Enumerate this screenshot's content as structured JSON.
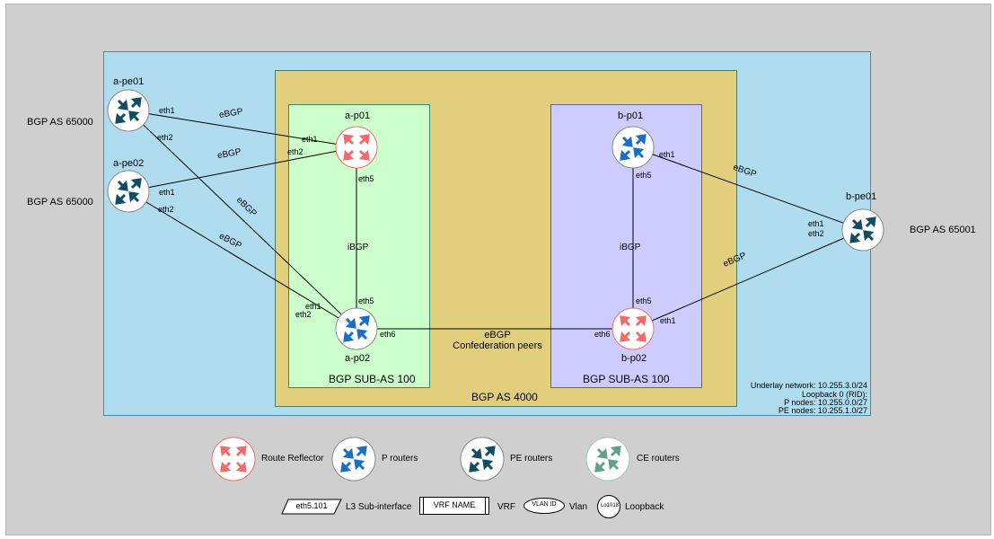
{
  "routers": {
    "a_pe01": {
      "name": "a-pe01",
      "as": "BGP AS 65000"
    },
    "a_pe02": {
      "name": "a-pe02",
      "as": "BGP AS 65000"
    },
    "b_pe01": {
      "name": "b-pe01",
      "as": "BGP AS 65001"
    },
    "a_p01": {
      "name": "a-p01"
    },
    "a_p02": {
      "name": "a-p02"
    },
    "b_p01": {
      "name": "b-p01"
    },
    "b_p02": {
      "name": "b-p02"
    }
  },
  "zones": {
    "sub_as_a": "BGP SUB-AS 100",
    "sub_as_b": "BGP SUB-AS 100",
    "as_main": "BGP AS 4000"
  },
  "links": {
    "ebgp": "eBGP",
    "ibgp": "iBGP",
    "confed_title": "eBGP",
    "confed_sub": "Confederation peers"
  },
  "interfaces": {
    "eth1": "eth1",
    "eth2": "eth2",
    "eth5": "eth5",
    "eth6": "eth6"
  },
  "underlay": {
    "line1": "Underlay network: 10.255.3.0/24",
    "line2": "Loopback 0 (RID):",
    "line3": "P nodes: 10.255.0.0/27",
    "line4": "PE nodes: 10.255.1.0/27"
  },
  "legend": {
    "rr": "Route Reflector",
    "p": "P routers",
    "pe": "PE routers",
    "ce": "CE routers",
    "subif_box": "eth5.101",
    "subif_label": "L3 Sub-interface",
    "vrf_box": "VRF NAME",
    "vrf_label": "VRF",
    "vlan_box": "VLAN ID",
    "vlan_label": "Vlan",
    "lo_box": "Lo1018",
    "lo_label": "Loopback"
  },
  "colors": {
    "outer_bg": "#cfcfcf",
    "blue_zone": "#b0dcef",
    "as_zone": "#e2cf7e",
    "green_zone": "#ccffcc",
    "purple_zone": "#ccccff",
    "rr": "#f26b6b",
    "p": "#1a6fc4",
    "pe": "#0e4d64",
    "ce": "#5fa08c"
  }
}
